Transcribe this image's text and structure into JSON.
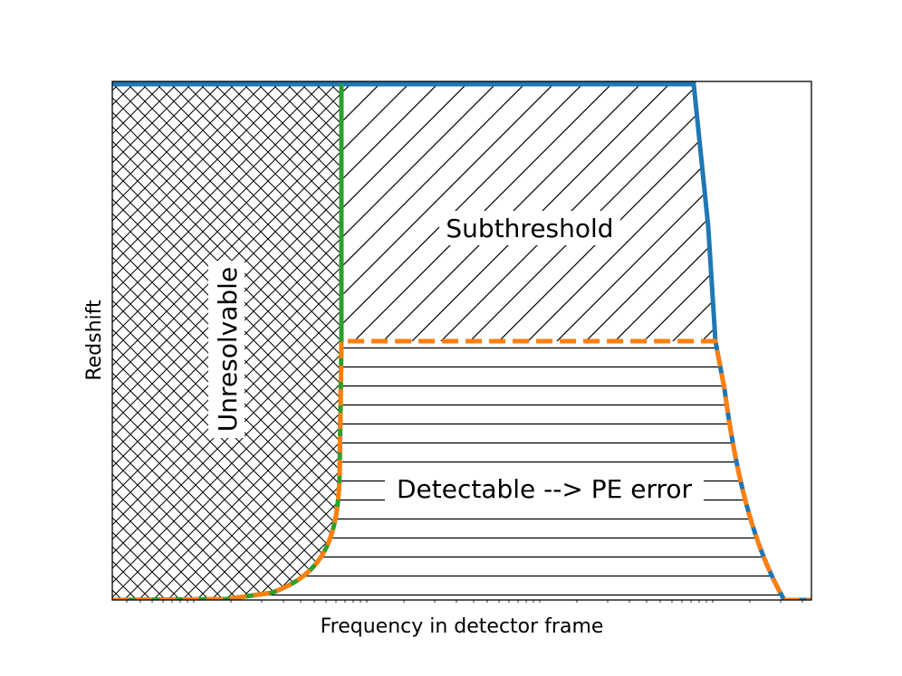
{
  "axes": {
    "xlabel": "Frequency in detector frame",
    "ylabel": "Redshift",
    "xscale": "log",
    "x_ticks_labeled": false,
    "y_ticks_labeled": false
  },
  "regions": {
    "unresolvable": "Unresolvable",
    "subthreshold": "Subthreshold",
    "detectable": "Detectable --> PE error"
  },
  "colors": {
    "horizon_curve": "#1f77b4",
    "detectable_boundary": "#ff7f0e",
    "resolution_limit": "#2ca02c",
    "hatch": "#000000",
    "frame": "#000000"
  },
  "hatching": {
    "unresolvable": "cross-hatch",
    "subthreshold": "diagonal",
    "detectable": "horizontal"
  }
}
